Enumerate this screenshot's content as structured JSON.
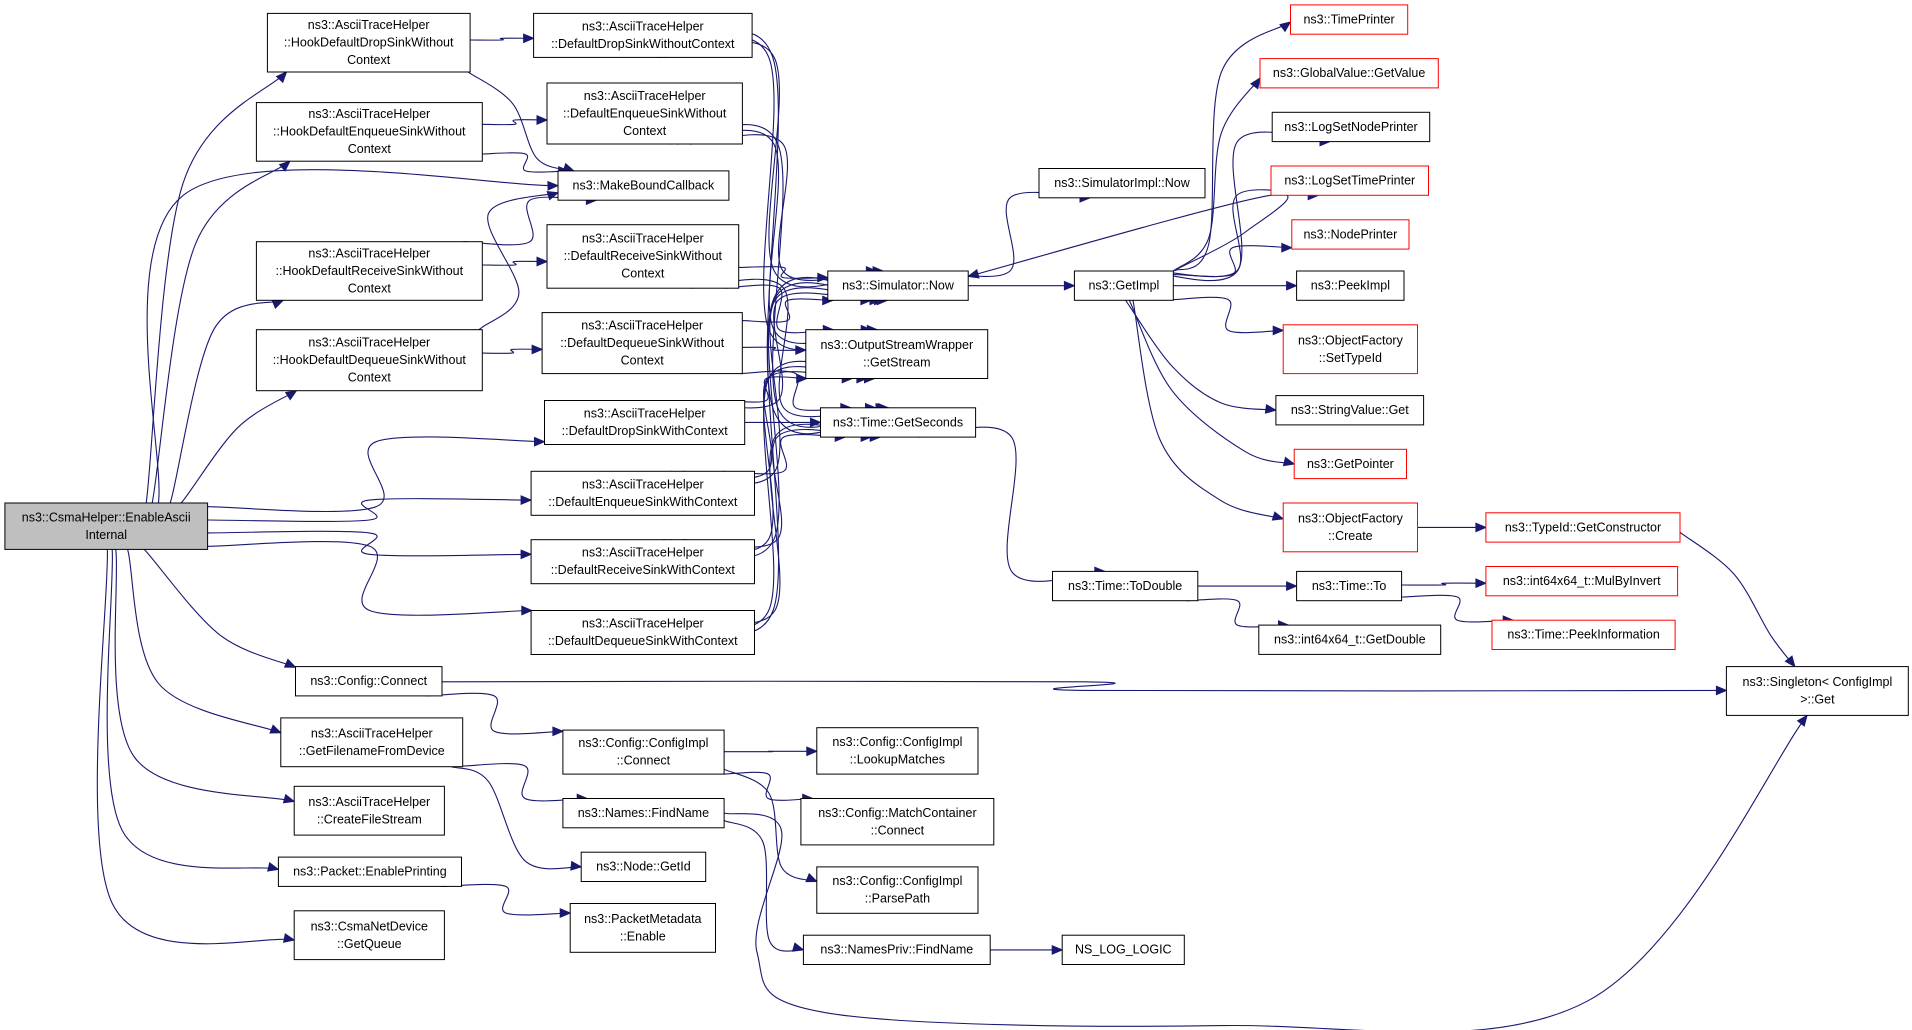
{
  "nodes": [
    {
      "id": "root",
      "lines": [
        "ns3::CsmaHelper::EnableAscii",
        "Internal"
      ],
      "style": "root"
    },
    {
      "id": "hookDropNC",
      "lines": [
        "ns3::AsciiTraceHelper",
        "::HookDefaultDropSinkWithout",
        "Context"
      ],
      "style": "normal"
    },
    {
      "id": "hookEnqNC",
      "lines": [
        "ns3::AsciiTraceHelper",
        "::HookDefaultEnqueueSinkWithout",
        "Context"
      ],
      "style": "normal"
    },
    {
      "id": "hookRecvNC",
      "lines": [
        "ns3::AsciiTraceHelper",
        "::HookDefaultReceiveSinkWithout",
        "Context"
      ],
      "style": "normal"
    },
    {
      "id": "hookDeqNC",
      "lines": [
        "ns3::AsciiTraceHelper",
        "::HookDefaultDequeueSinkWithout",
        "Context"
      ],
      "style": "normal"
    },
    {
      "id": "defDropNC",
      "lines": [
        "ns3::AsciiTraceHelper",
        "::DefaultDropSinkWithoutContext"
      ],
      "style": "normal"
    },
    {
      "id": "defEnqNC",
      "lines": [
        "ns3::AsciiTraceHelper",
        "::DefaultEnqueueSinkWithout",
        "Context"
      ],
      "style": "normal"
    },
    {
      "id": "makeBound",
      "lines": [
        "ns3::MakeBoundCallback"
      ],
      "style": "normal"
    },
    {
      "id": "defRecvNC",
      "lines": [
        "ns3::AsciiTraceHelper",
        "::DefaultReceiveSinkWithout",
        "Context"
      ],
      "style": "normal"
    },
    {
      "id": "defDeqNC",
      "lines": [
        "ns3::AsciiTraceHelper",
        "::DefaultDequeueSinkWithout",
        "Context"
      ],
      "style": "normal"
    },
    {
      "id": "defDropC",
      "lines": [
        "ns3::AsciiTraceHelper",
        "::DefaultDropSinkWithContext"
      ],
      "style": "normal"
    },
    {
      "id": "defEnqC",
      "lines": [
        "ns3::AsciiTraceHelper",
        "::DefaultEnqueueSinkWithContext"
      ],
      "style": "normal"
    },
    {
      "id": "defRecvC",
      "lines": [
        "ns3::AsciiTraceHelper",
        "::DefaultReceiveSinkWithContext"
      ],
      "style": "normal"
    },
    {
      "id": "defDeqC",
      "lines": [
        "ns3::AsciiTraceHelper",
        "::DefaultDequeueSinkWithContext"
      ],
      "style": "normal"
    },
    {
      "id": "simNow",
      "lines": [
        "ns3::Simulator::Now"
      ],
      "style": "normal"
    },
    {
      "id": "osw",
      "lines": [
        "ns3::OutputStreamWrapper",
        "::GetStream"
      ],
      "style": "normal"
    },
    {
      "id": "getSeconds",
      "lines": [
        "ns3::Time::GetSeconds"
      ],
      "style": "normal"
    },
    {
      "id": "simImplNow",
      "lines": [
        "ns3::SimulatorImpl::Now"
      ],
      "style": "normal"
    },
    {
      "id": "getImpl",
      "lines": [
        "ns3::GetImpl"
      ],
      "style": "normal"
    },
    {
      "id": "timePrinter",
      "lines": [
        "ns3::TimePrinter"
      ],
      "style": "red"
    },
    {
      "id": "gvGetValue",
      "lines": [
        "ns3::GlobalValue::GetValue"
      ],
      "style": "red"
    },
    {
      "id": "logSetNode",
      "lines": [
        "ns3::LogSetNodePrinter"
      ],
      "style": "normal"
    },
    {
      "id": "logSetTime",
      "lines": [
        "ns3::LogSetTimePrinter"
      ],
      "style": "red"
    },
    {
      "id": "nodePrinter",
      "lines": [
        "ns3::NodePrinter"
      ],
      "style": "red"
    },
    {
      "id": "peekImpl",
      "lines": [
        "ns3::PeekImpl"
      ],
      "style": "normal"
    },
    {
      "id": "ofSetTypeId",
      "lines": [
        "ns3::ObjectFactory",
        "::SetTypeId"
      ],
      "style": "red"
    },
    {
      "id": "strGet",
      "lines": [
        "ns3::StringValue::Get"
      ],
      "style": "normal"
    },
    {
      "id": "getPointer",
      "lines": [
        "ns3::GetPointer"
      ],
      "style": "red"
    },
    {
      "id": "ofCreate",
      "lines": [
        "ns3::ObjectFactory",
        "::Create"
      ],
      "style": "red"
    },
    {
      "id": "typeIdGetCtor",
      "lines": [
        "ns3::TypeId::GetConstructor"
      ],
      "style": "red"
    },
    {
      "id": "toDouble",
      "lines": [
        "ns3::Time::ToDouble"
      ],
      "style": "normal"
    },
    {
      "id": "timeTo",
      "lines": [
        "ns3::Time::To"
      ],
      "style": "normal"
    },
    {
      "id": "mulByInvert",
      "lines": [
        "ns3::int64x64_t::MulByInvert"
      ],
      "style": "red"
    },
    {
      "id": "i64GetDouble",
      "lines": [
        "ns3::int64x64_t::GetDouble"
      ],
      "style": "normal"
    },
    {
      "id": "peekInfo",
      "lines": [
        "ns3::Time::PeekInformation"
      ],
      "style": "red"
    },
    {
      "id": "singletonGet",
      "lines": [
        "ns3::Singleton< ConfigImpl",
        " >::Get"
      ],
      "style": "normal"
    },
    {
      "id": "cfgConnect",
      "lines": [
        "ns3::Config::Connect"
      ],
      "style": "normal"
    },
    {
      "id": "getFilename",
      "lines": [
        "ns3::AsciiTraceHelper",
        "::GetFilenameFromDevice"
      ],
      "style": "normal"
    },
    {
      "id": "createFile",
      "lines": [
        "ns3::AsciiTraceHelper",
        "::CreateFileStream"
      ],
      "style": "normal"
    },
    {
      "id": "enablePrinting",
      "lines": [
        "ns3::Packet::EnablePrinting"
      ],
      "style": "normal"
    },
    {
      "id": "getQueue",
      "lines": [
        "ns3::CsmaNetDevice",
        "::GetQueue"
      ],
      "style": "normal"
    },
    {
      "id": "cfgImplConnect",
      "lines": [
        "ns3::Config::ConfigImpl",
        "::Connect"
      ],
      "style": "normal"
    },
    {
      "id": "namesFind",
      "lines": [
        "ns3::Names::FindName"
      ],
      "style": "normal"
    },
    {
      "id": "nodeGetId",
      "lines": [
        "ns3::Node::GetId"
      ],
      "style": "normal"
    },
    {
      "id": "pmEnable",
      "lines": [
        "ns3::PacketMetadata",
        "::Enable"
      ],
      "style": "normal"
    },
    {
      "id": "lookupMatches",
      "lines": [
        "ns3::Config::ConfigImpl",
        "::LookupMatches"
      ],
      "style": "normal"
    },
    {
      "id": "matchConnect",
      "lines": [
        "ns3::Config::MatchContainer",
        "::Connect"
      ],
      "style": "normal"
    },
    {
      "id": "parsePath",
      "lines": [
        "ns3::Config::ConfigImpl",
        "::ParsePath"
      ],
      "style": "normal"
    },
    {
      "id": "namesPrivFind",
      "lines": [
        "ns3::NamesPriv::FindName"
      ],
      "style": "normal"
    },
    {
      "id": "nsLogLogic",
      "lines": [
        "NS_LOG_LOGIC"
      ],
      "style": "normal"
    }
  ],
  "edges": [
    [
      "root",
      "hookDropNC"
    ],
    [
      "root",
      "hookEnqNC"
    ],
    [
      "root",
      "makeBound"
    ],
    [
      "root",
      "hookRecvNC"
    ],
    [
      "root",
      "hookDeqNC"
    ],
    [
      "root",
      "defDropC"
    ],
    [
      "root",
      "defEnqC"
    ],
    [
      "root",
      "defRecvC"
    ],
    [
      "root",
      "defDeqC"
    ],
    [
      "root",
      "cfgConnect"
    ],
    [
      "root",
      "getFilename"
    ],
    [
      "root",
      "createFile"
    ],
    [
      "root",
      "enablePrinting"
    ],
    [
      "root",
      "getQueue"
    ],
    [
      "hookDropNC",
      "defDropNC"
    ],
    [
      "hookDropNC",
      "makeBound"
    ],
    [
      "hookEnqNC",
      "defEnqNC"
    ],
    [
      "hookEnqNC",
      "makeBound"
    ],
    [
      "hookRecvNC",
      "makeBound"
    ],
    [
      "hookRecvNC",
      "defRecvNC"
    ],
    [
      "hookDeqNC",
      "makeBound"
    ],
    [
      "hookDeqNC",
      "defDeqNC"
    ],
    [
      "defDropNC",
      "simNow"
    ],
    [
      "defDropNC",
      "osw"
    ],
    [
      "defDropNC",
      "getSeconds"
    ],
    [
      "defEnqNC",
      "simNow"
    ],
    [
      "defEnqNC",
      "osw"
    ],
    [
      "defEnqNC",
      "getSeconds"
    ],
    [
      "defRecvNC",
      "simNow"
    ],
    [
      "defRecvNC",
      "osw"
    ],
    [
      "defRecvNC",
      "getSeconds"
    ],
    [
      "defDeqNC",
      "simNow"
    ],
    [
      "defDeqNC",
      "osw"
    ],
    [
      "defDeqNC",
      "getSeconds"
    ],
    [
      "defDropC",
      "simNow"
    ],
    [
      "defDropC",
      "osw"
    ],
    [
      "defDropC",
      "getSeconds"
    ],
    [
      "defEnqC",
      "simNow"
    ],
    [
      "defEnqC",
      "osw"
    ],
    [
      "defEnqC",
      "getSeconds"
    ],
    [
      "defRecvC",
      "simNow"
    ],
    [
      "defRecvC",
      "osw"
    ],
    [
      "defRecvC",
      "getSeconds"
    ],
    [
      "defDeqC",
      "simNow"
    ],
    [
      "defDeqC",
      "osw"
    ],
    [
      "defDeqC",
      "getSeconds"
    ],
    [
      "simNow",
      "simImplNow"
    ],
    [
      "simNow",
      "getImpl"
    ],
    [
      "getImpl",
      "simNow"
    ],
    [
      "getImpl",
      "timePrinter"
    ],
    [
      "getImpl",
      "gvGetValue"
    ],
    [
      "getImpl",
      "logSetNode"
    ],
    [
      "getImpl",
      "logSetTime"
    ],
    [
      "getImpl",
      "nodePrinter"
    ],
    [
      "getImpl",
      "peekImpl"
    ],
    [
      "getImpl",
      "ofSetTypeId"
    ],
    [
      "getImpl",
      "strGet"
    ],
    [
      "getImpl",
      "getPointer"
    ],
    [
      "getImpl",
      "ofCreate"
    ],
    [
      "ofCreate",
      "typeIdGetCtor"
    ],
    [
      "typeIdGetCtor",
      "singletonGet"
    ],
    [
      "getSeconds",
      "toDouble"
    ],
    [
      "toDouble",
      "timeTo"
    ],
    [
      "toDouble",
      "i64GetDouble"
    ],
    [
      "timeTo",
      "mulByInvert"
    ],
    [
      "timeTo",
      "peekInfo"
    ],
    [
      "cfgConnect",
      "singletonGet"
    ],
    [
      "cfgConnect",
      "cfgImplConnect"
    ],
    [
      "cfgImplConnect",
      "lookupMatches"
    ],
    [
      "cfgImplConnect",
      "matchConnect"
    ],
    [
      "cfgImplConnect",
      "parsePath"
    ],
    [
      "getFilename",
      "namesFind"
    ],
    [
      "getFilename",
      "nodeGetId"
    ],
    [
      "namesFind",
      "namesPrivFind"
    ],
    [
      "namesFind",
      "singletonGet"
    ],
    [
      "namesPrivFind",
      "nsLogLogic"
    ],
    [
      "enablePrinting",
      "pmEnable"
    ]
  ]
}
